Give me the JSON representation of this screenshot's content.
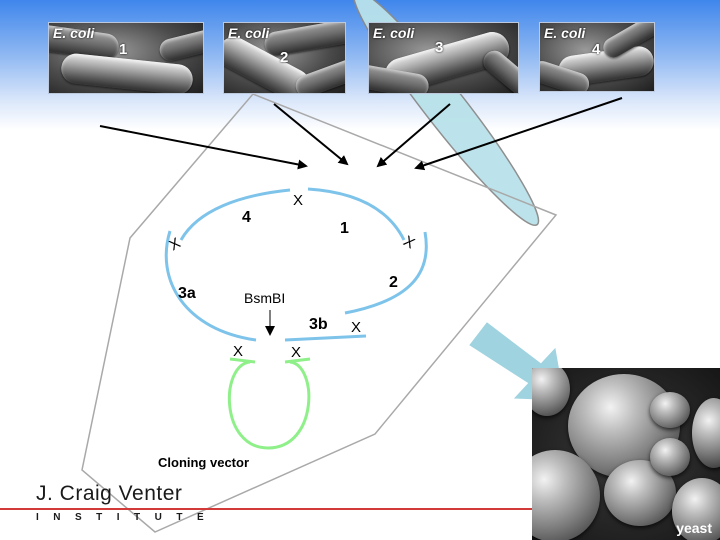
{
  "panels": [
    {
      "organism": "E. coli",
      "number": "1"
    },
    {
      "organism": "E. coli",
      "number": "2"
    },
    {
      "organism": "E. coli",
      "number": "3"
    },
    {
      "organism": "E. coli",
      "number": "4"
    }
  ],
  "assembly": {
    "fragments": [
      "4",
      "1",
      "2",
      "3a",
      "3b"
    ],
    "junction_marker": "X",
    "enzyme_label": "BsmBI",
    "vector_label": "Cloning vector"
  },
  "yeast": {
    "label": "yeast"
  },
  "logo": {
    "name": "J. Craig Venter",
    "subtitle": "INSTITUTE"
  },
  "colors": {
    "fragment_stroke": "#7ec3ea",
    "vector_stroke": "#8ff08a",
    "arrow_fill": "#9fd3df",
    "footer_line": "#d23a3a"
  }
}
